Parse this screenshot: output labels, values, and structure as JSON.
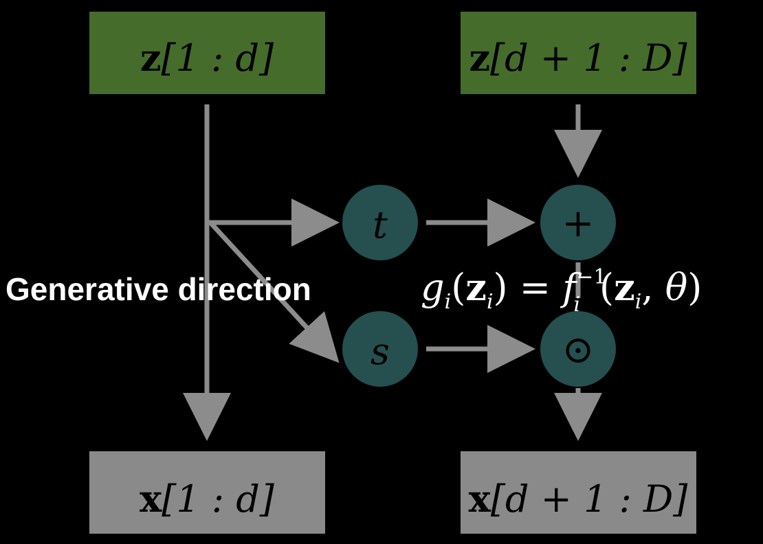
{
  "colors": {
    "background": "#000000",
    "input_box": "#456c2b",
    "output_box": "#8a8a8a",
    "node": "#264f4f",
    "arrow": "#8c8c8c",
    "text_dark": "#000000",
    "text_light": "#ffffff"
  },
  "boxes": {
    "z_top_left": {
      "bold": "z",
      "rest": "[1 : d]"
    },
    "z_top_right": {
      "bold": "z",
      "rest": "[d + 1 : D]"
    },
    "x_bottom_left": {
      "bold": "x",
      "rest": "[1 : d]"
    },
    "x_bottom_right": {
      "bold": "x",
      "rest": "[d + 1 : D]"
    }
  },
  "nodes": {
    "t": "t",
    "s": "s",
    "plus": "+",
    "odot": "⊙"
  },
  "caption": {
    "label": "Generative direction",
    "g": "g",
    "g_sub": "i",
    "open": "(",
    "z": "z",
    "z_sub": "i",
    "close_eq": ") = ",
    "f": "f",
    "f_sub": "i",
    "f_sup": "−1",
    "open2": "(",
    "z2": "z",
    "z2_sub": "i",
    "comma": ", ",
    "theta": "θ",
    "close2": ")"
  }
}
